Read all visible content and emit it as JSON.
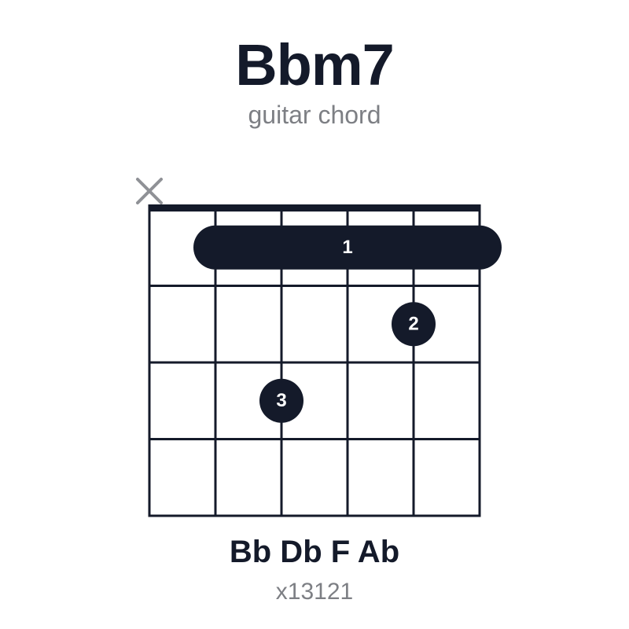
{
  "chord": {
    "name": "Bbm7",
    "subtitle": "guitar chord",
    "notes": "Bb Db F Ab",
    "fingering": "x13121"
  },
  "diagram": {
    "strings": 6,
    "frets": 4,
    "muted_strings": [
      1
    ],
    "barre": {
      "fret": 1,
      "from_string": 2,
      "to_string": 6,
      "finger": "1"
    },
    "dots": [
      {
        "string": 5,
        "fret": 2,
        "finger": "2"
      },
      {
        "string": 3,
        "fret": 3,
        "finger": "3"
      }
    ],
    "colors": {
      "ink": "#141a2a",
      "muted_mark": "#8f9196",
      "subtle_text": "#7d7f84",
      "dot_text": "#ffffff"
    }
  }
}
